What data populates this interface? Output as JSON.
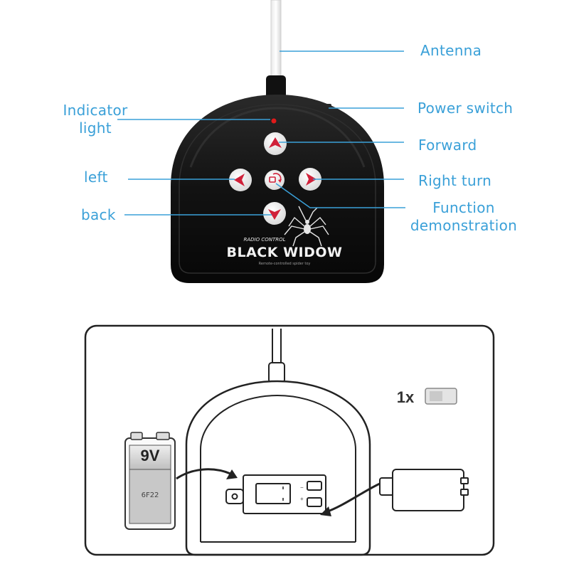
{
  "labels": {
    "antenna": "Antenna",
    "power_switch": "Power switch",
    "indicator_line1": "Indicator",
    "indicator_line2": "light",
    "forward": "Forward",
    "left": "left",
    "right_turn": "Right turn",
    "back": "back",
    "function_line1": "Function",
    "function_line2": "demonstration"
  },
  "logo": {
    "small_text": "RADIO CONTROL",
    "brand": "BLACK WIDOW",
    "tiny_text": "Remote-controlled spider toy"
  },
  "battery": {
    "voltage": "9V",
    "model": "6F22",
    "quantity": "1x"
  },
  "colors": {
    "callout": "#3aa0d8",
    "remote_body": "#141414",
    "button_fill": "#ffffff",
    "arrow": "#d0213a",
    "indicator_led": "#e01a1a",
    "diagram_line": "#222222"
  },
  "icons": {
    "forward": "arrow-up-icon",
    "left": "arrow-left-icon",
    "right": "arrow-right-icon",
    "back": "arrow-down-icon",
    "demo": "demo-cycle-icon"
  }
}
